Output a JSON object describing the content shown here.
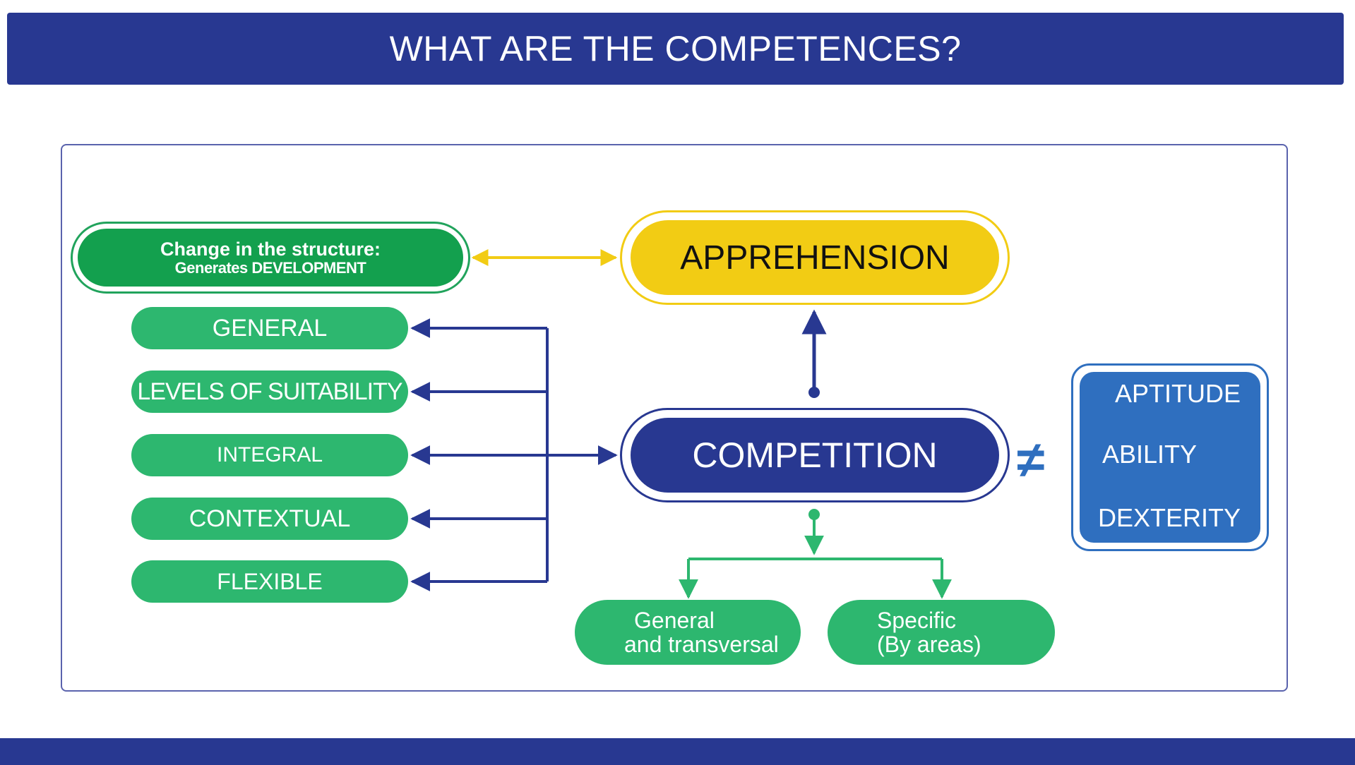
{
  "header": {
    "title": "WHAT ARE THE COMPETENCES?"
  },
  "diagram": {
    "change_structure": {
      "line1": "Change in the structure:",
      "line2": "Generates DEVELOPMENT"
    },
    "apprehension": {
      "label": "APPREHENSION"
    },
    "competition": {
      "label": "COMPETITION"
    },
    "characteristics": [
      "GENERAL",
      "LEVELS OF SUITABILITY",
      "INTEGRAL",
      "CONTEXTUAL",
      "FLEXIBLE"
    ],
    "types": [
      {
        "line1": "General",
        "line2": "and transversal"
      },
      {
        "line1": "Specific",
        "line2": "(By areas)"
      }
    ],
    "not_equal_symbol": "≠",
    "not_equal_to": [
      "APTITUDE",
      "ABILITY",
      "DEXTERITY"
    ],
    "colors": {
      "navy": "#283891",
      "yellow": "#f2cc14",
      "green": "#2db76f",
      "dark_green": "#13a04e",
      "blue": "#2f6fbf"
    }
  }
}
